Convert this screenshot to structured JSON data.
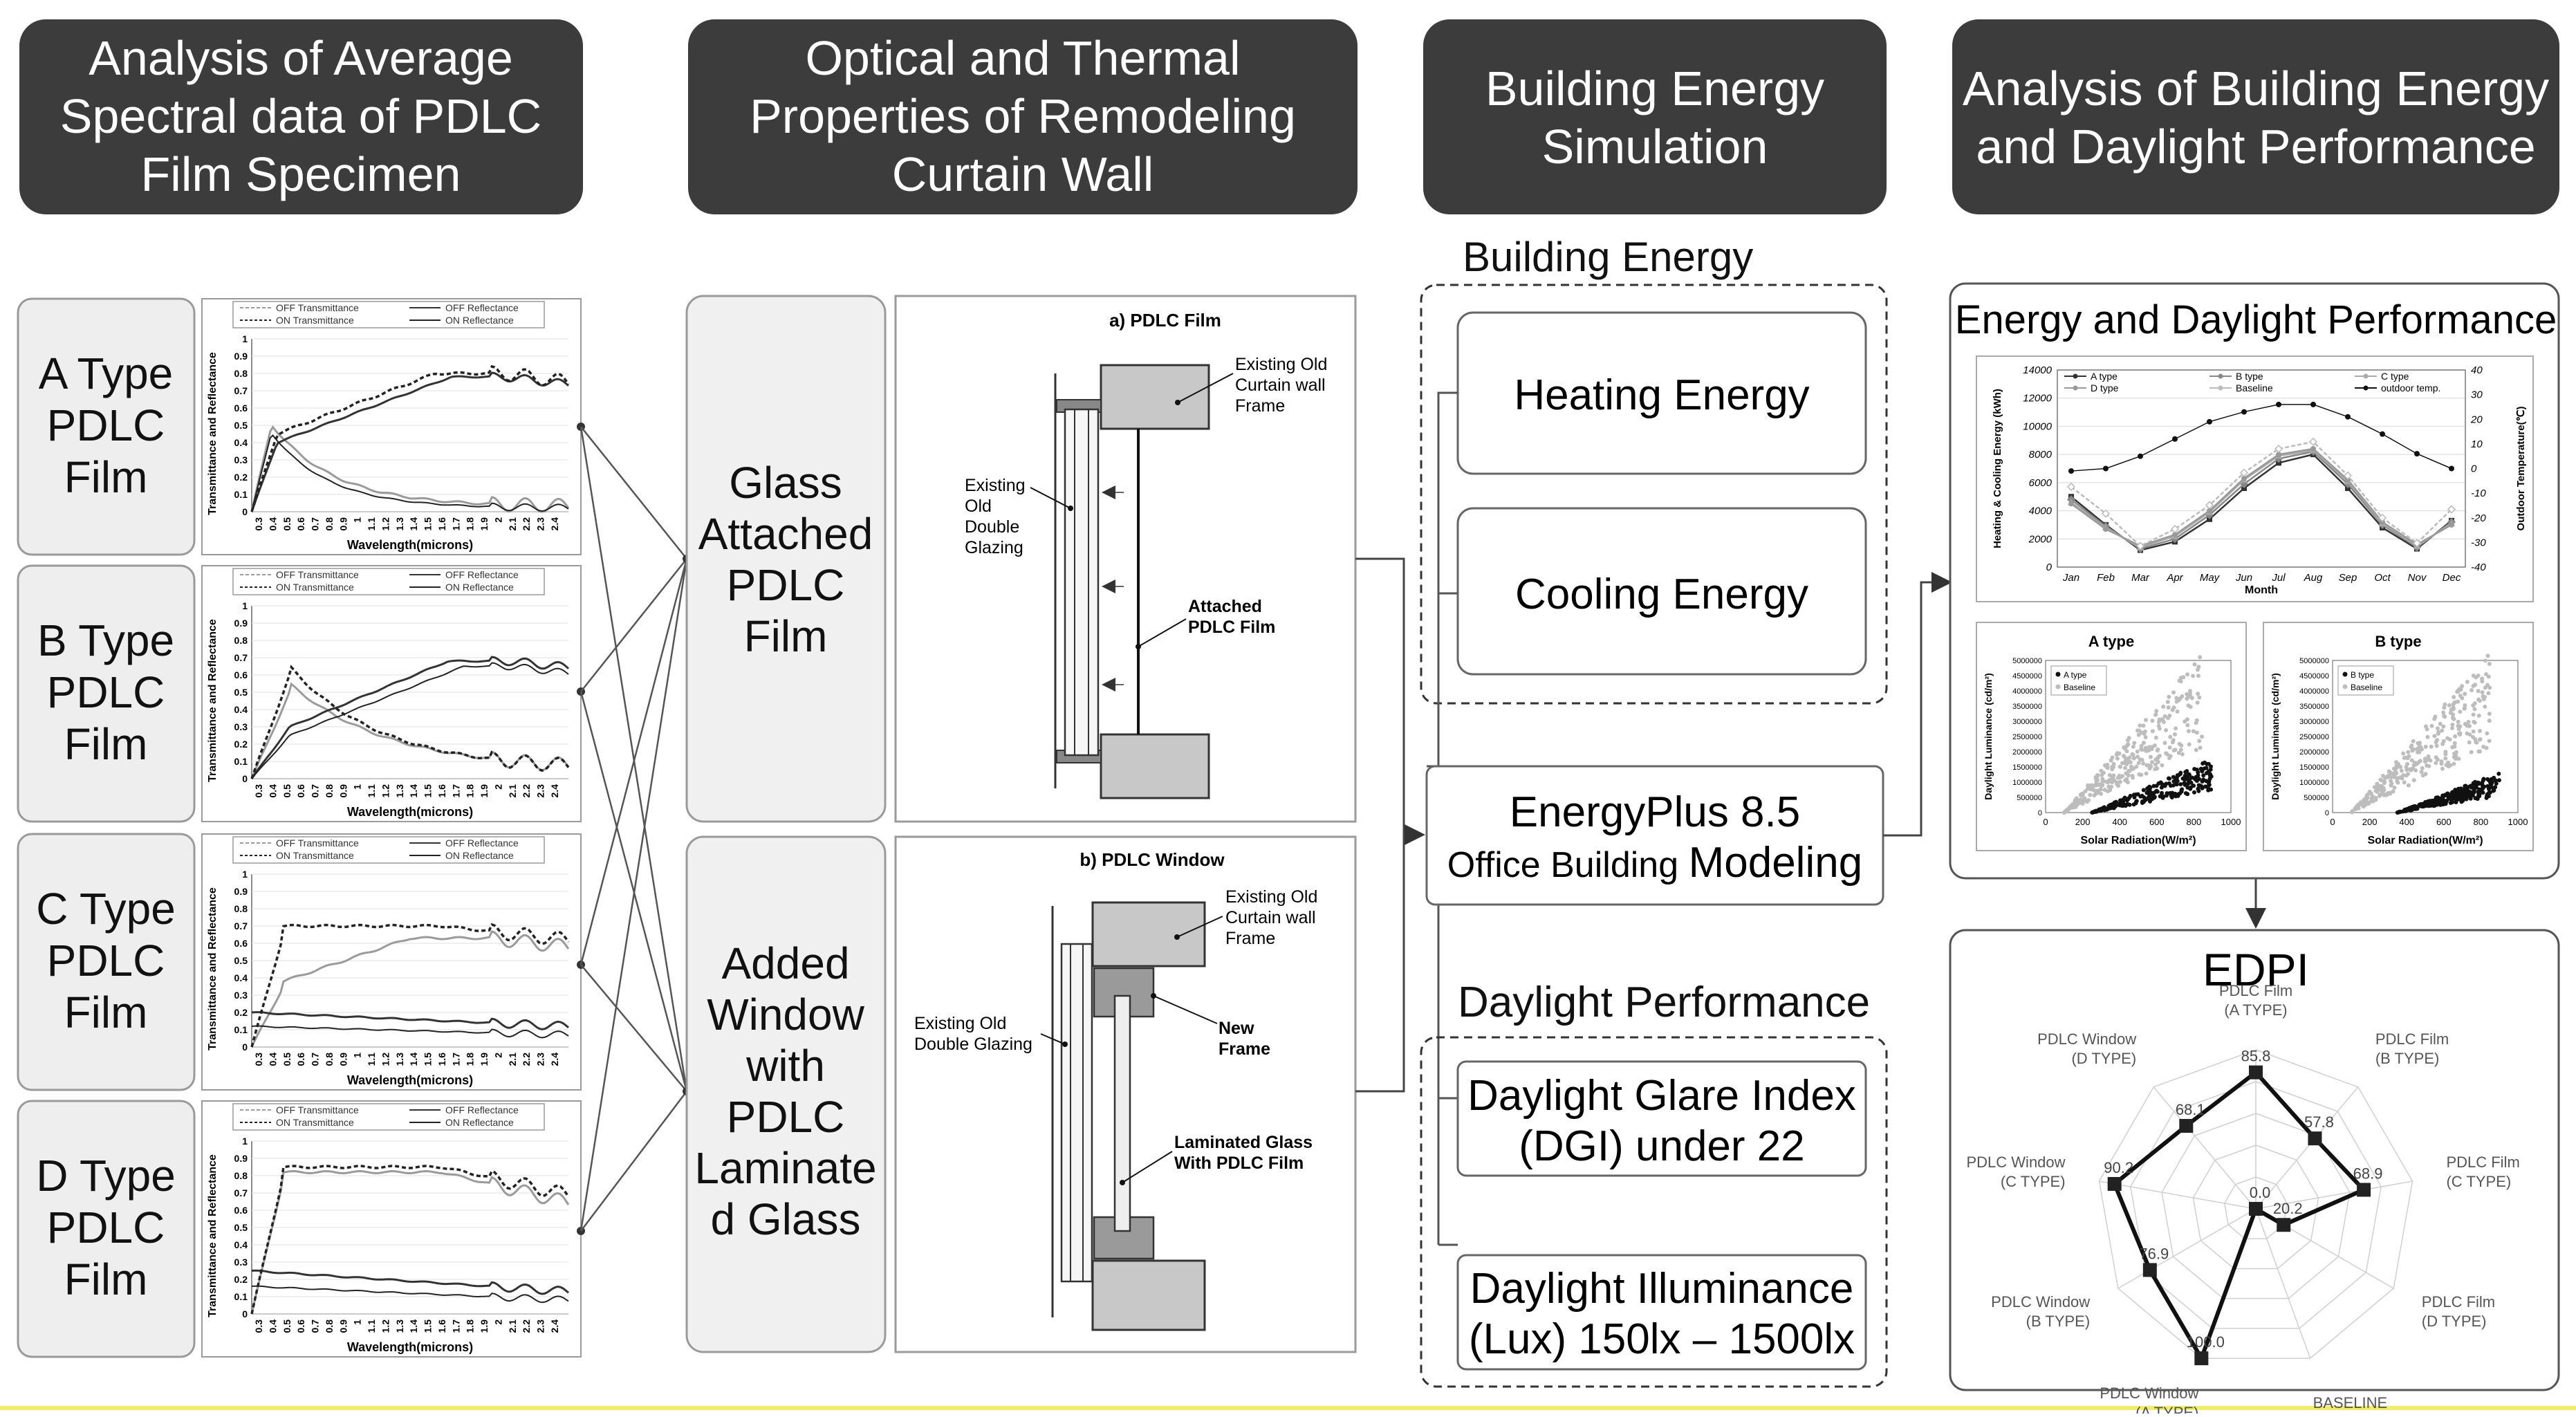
{
  "headers": [
    {
      "lines": [
        "Analysis of Average",
        "Spectral data of PDLC",
        "Film Specimen"
      ]
    },
    {
      "lines": [
        "Optical and Thermal",
        "Properties of Remodeling",
        "Curtain Wall"
      ]
    },
    {
      "lines": [
        "Building Energy",
        "Simulation"
      ]
    },
    {
      "lines": [
        "Analysis of Building Energy",
        "and Daylight Performance"
      ]
    }
  ],
  "film_types": [
    {
      "name": "A Type",
      "line2": "PDLC",
      "line3": "Film"
    },
    {
      "name": "B Type",
      "line2": "PDLC",
      "line3": "Film"
    },
    {
      "name": "C Type",
      "line2": "PDLC",
      "line3": "Film"
    },
    {
      "name": "D Type",
      "line2": "PDLC",
      "line3": "Film"
    }
  ],
  "spectral_chart": {
    "legend": [
      "OFF Transmittance",
      "OFF Reflectance",
      "ON Transmittance",
      "ON Reflectance"
    ],
    "ylabel": "Transmittance and Reflectance",
    "xlabel": "Wavelength(microns)",
    "yticks": [
      "0",
      "0.1",
      "0.2",
      "0.3",
      "0.4",
      "0.5",
      "0.6",
      "0.7",
      "0.8",
      "0.9",
      "1"
    ],
    "xticks": [
      "0.3",
      "0.4",
      "0.5",
      "0.6",
      "0.7",
      "0.8",
      "0.9",
      "1",
      "1.1",
      "1.2",
      "1.3",
      "1.4",
      "1.5",
      "1.6",
      "1.7",
      "1.8",
      "1.9",
      "2",
      "2.1",
      "2.2",
      "2.3",
      "2.4"
    ]
  },
  "methods": [
    {
      "lines": [
        "Glass",
        "Attached",
        "PDLC",
        "Film"
      ]
    },
    {
      "lines": [
        "Added",
        "Window",
        "with",
        "PDLC",
        "Laminate",
        "d Glass"
      ]
    }
  ],
  "section_a": {
    "title": "a) PDLC Film",
    "frame": [
      "Existing Old",
      "Curtain wall",
      "Frame"
    ],
    "glazing": [
      "Existing",
      "Old",
      "Double",
      "Glazing"
    ],
    "film": [
      "Attached",
      "PDLC Film"
    ]
  },
  "section_b": {
    "title": "b) PDLC Window",
    "frame": [
      "Existing Old",
      "Curtain wall",
      "Frame"
    ],
    "glazing": [
      "Existing Old",
      "Double Glazing"
    ],
    "newframe": [
      "New",
      "Frame"
    ],
    "laminated": [
      "Laminated Glass",
      "With PDLC Film"
    ]
  },
  "simulation": {
    "energy_title": "Building Energy",
    "heating": "Heating Energy",
    "cooling": "Cooling Energy",
    "engine_line1": "EnergyPlus 8.5",
    "engine_line2a": "Office Building",
    "engine_line2b": "Modeling",
    "daylight_title": "Daylight Performance",
    "dgi_line1": "Daylight Glare Index",
    "dgi_line2": "(DGI) under 22",
    "lux_line1": "Daylight Illuminance",
    "lux_line2": "(Lux) 150lx – 1500lx"
  },
  "results": {
    "title": "Energy and Daylight Performance",
    "edpi_title": "EDPI"
  },
  "chart_data": [
    {
      "type": "line",
      "x": [
        "Jan",
        "Feb",
        "Mar",
        "Apr",
        "May",
        "Jun",
        "Jul",
        "Aug",
        "Sep",
        "Oct",
        "Nov",
        "Dec"
      ],
      "xlabel": "Month",
      "ylabel": "Heating & Cooling Energy (kWh)",
      "y2label": "Outdoor Temperature(℃)",
      "ylim": [
        0,
        14000
      ],
      "y2lim": [
        -40,
        40
      ],
      "yticks": [
        "0",
        "2000",
        "4000",
        "6000",
        "8000",
        "10000",
        "12000",
        "14000"
      ],
      "y2ticks": [
        "-40",
        "-30",
        "-20",
        "-10",
        "0",
        "10",
        "20",
        "30",
        "40"
      ],
      "series": [
        {
          "name": "A type",
          "values": [
            5000,
            3000,
            1200,
            1800,
            3400,
            5600,
            7400,
            8000,
            5600,
            2800,
            1300,
            3300
          ]
        },
        {
          "name": "B type",
          "values": [
            4800,
            2900,
            1300,
            2000,
            3700,
            5900,
            7700,
            8200,
            5900,
            3000,
            1400,
            3200
          ]
        },
        {
          "name": "C type",
          "values": [
            4600,
            2800,
            1400,
            2200,
            3900,
            6200,
            7900,
            8300,
            6100,
            3100,
            1500,
            3100
          ]
        },
        {
          "name": "D type",
          "values": [
            4500,
            2700,
            1500,
            2300,
            4000,
            6300,
            8000,
            8400,
            6200,
            3200,
            1600,
            3000
          ]
        },
        {
          "name": "Baseline",
          "values": [
            5700,
            3800,
            1500,
            2700,
            4400,
            6700,
            8400,
            8900,
            6500,
            3500,
            1700,
            4100
          ]
        },
        {
          "name": "outdoor temp.",
          "axis": "y2",
          "values": [
            -1,
            0,
            5,
            12,
            19,
            23,
            26,
            26,
            21,
            14,
            6,
            0
          ]
        }
      ]
    },
    {
      "type": "scatter",
      "title": "A type",
      "xlabel": "Solar Radiation(W/m²)",
      "ylabel": "Daylight Luminance (cd/m²)",
      "xlim": [
        0,
        1000
      ],
      "ylim": [
        0,
        5000000
      ],
      "xticks": [
        "0",
        "200",
        "400",
        "600",
        "800",
        "1000"
      ],
      "yticks": [
        "0",
        "500000",
        "1000000",
        "1500000",
        "2000000",
        "2500000",
        "3000000",
        "3500000",
        "4000000",
        "4500000",
        "5000000"
      ],
      "series": [
        {
          "name": "A type",
          "trend": [
            [
              250,
              0
            ],
            [
              900,
              1500000
            ]
          ]
        },
        {
          "name": "Baseline",
          "trend": [
            [
              100,
              0
            ],
            [
              850,
              4800000
            ]
          ]
        }
      ]
    },
    {
      "type": "scatter",
      "title": "B type",
      "xlabel": "Solar Radiation(W/m²)",
      "ylabel": "Daylight Luminance (cd/m²)",
      "xlim": [
        0,
        1000
      ],
      "ylim": [
        0,
        5000000
      ],
      "xticks": [
        "0",
        "200",
        "400",
        "600",
        "800",
        "1000"
      ],
      "yticks": [
        "0",
        "500000",
        "1000000",
        "1500000",
        "2000000",
        "2500000",
        "3000000",
        "3500000",
        "4000000",
        "4500000",
        "5000000"
      ],
      "series": [
        {
          "name": "B type",
          "trend": [
            [
              350,
              0
            ],
            [
              900,
              1100000
            ]
          ]
        },
        {
          "name": "Baseline",
          "trend": [
            [
              100,
              0
            ],
            [
              850,
              4800000
            ]
          ]
        }
      ]
    },
    {
      "type": "radar",
      "title": "EDPI",
      "categories": [
        {
          "line1": "PDLC Film",
          "line2": "(A TYPE)"
        },
        {
          "line1": "PDLC Film",
          "line2": "(B TYPE)"
        },
        {
          "line1": "PDLC Film",
          "line2": "(C TYPE)"
        },
        {
          "line1": "PDLC Film",
          "line2": "(D TYPE)"
        },
        {
          "line1": "BASELINE",
          "line2": ""
        },
        {
          "line1": "PDLC Window",
          "line2": "(A TYPE)"
        },
        {
          "line1": "PDLC Window",
          "line2": "(B TYPE)"
        },
        {
          "line1": "PDLC Window",
          "line2": "(C TYPE)"
        },
        {
          "line1": "PDLC Window",
          "line2": "(D TYPE)"
        }
      ],
      "values": [
        85.8,
        57.8,
        68.9,
        20.2,
        0.0,
        100.0,
        76.9,
        90.2,
        68.1
      ],
      "labels": [
        "85.8",
        "57.8",
        "68.9",
        "20.2",
        "0.0",
        "100.0",
        "76.9",
        "90.2",
        "68.1"
      ],
      "rmax": 100
    }
  ]
}
